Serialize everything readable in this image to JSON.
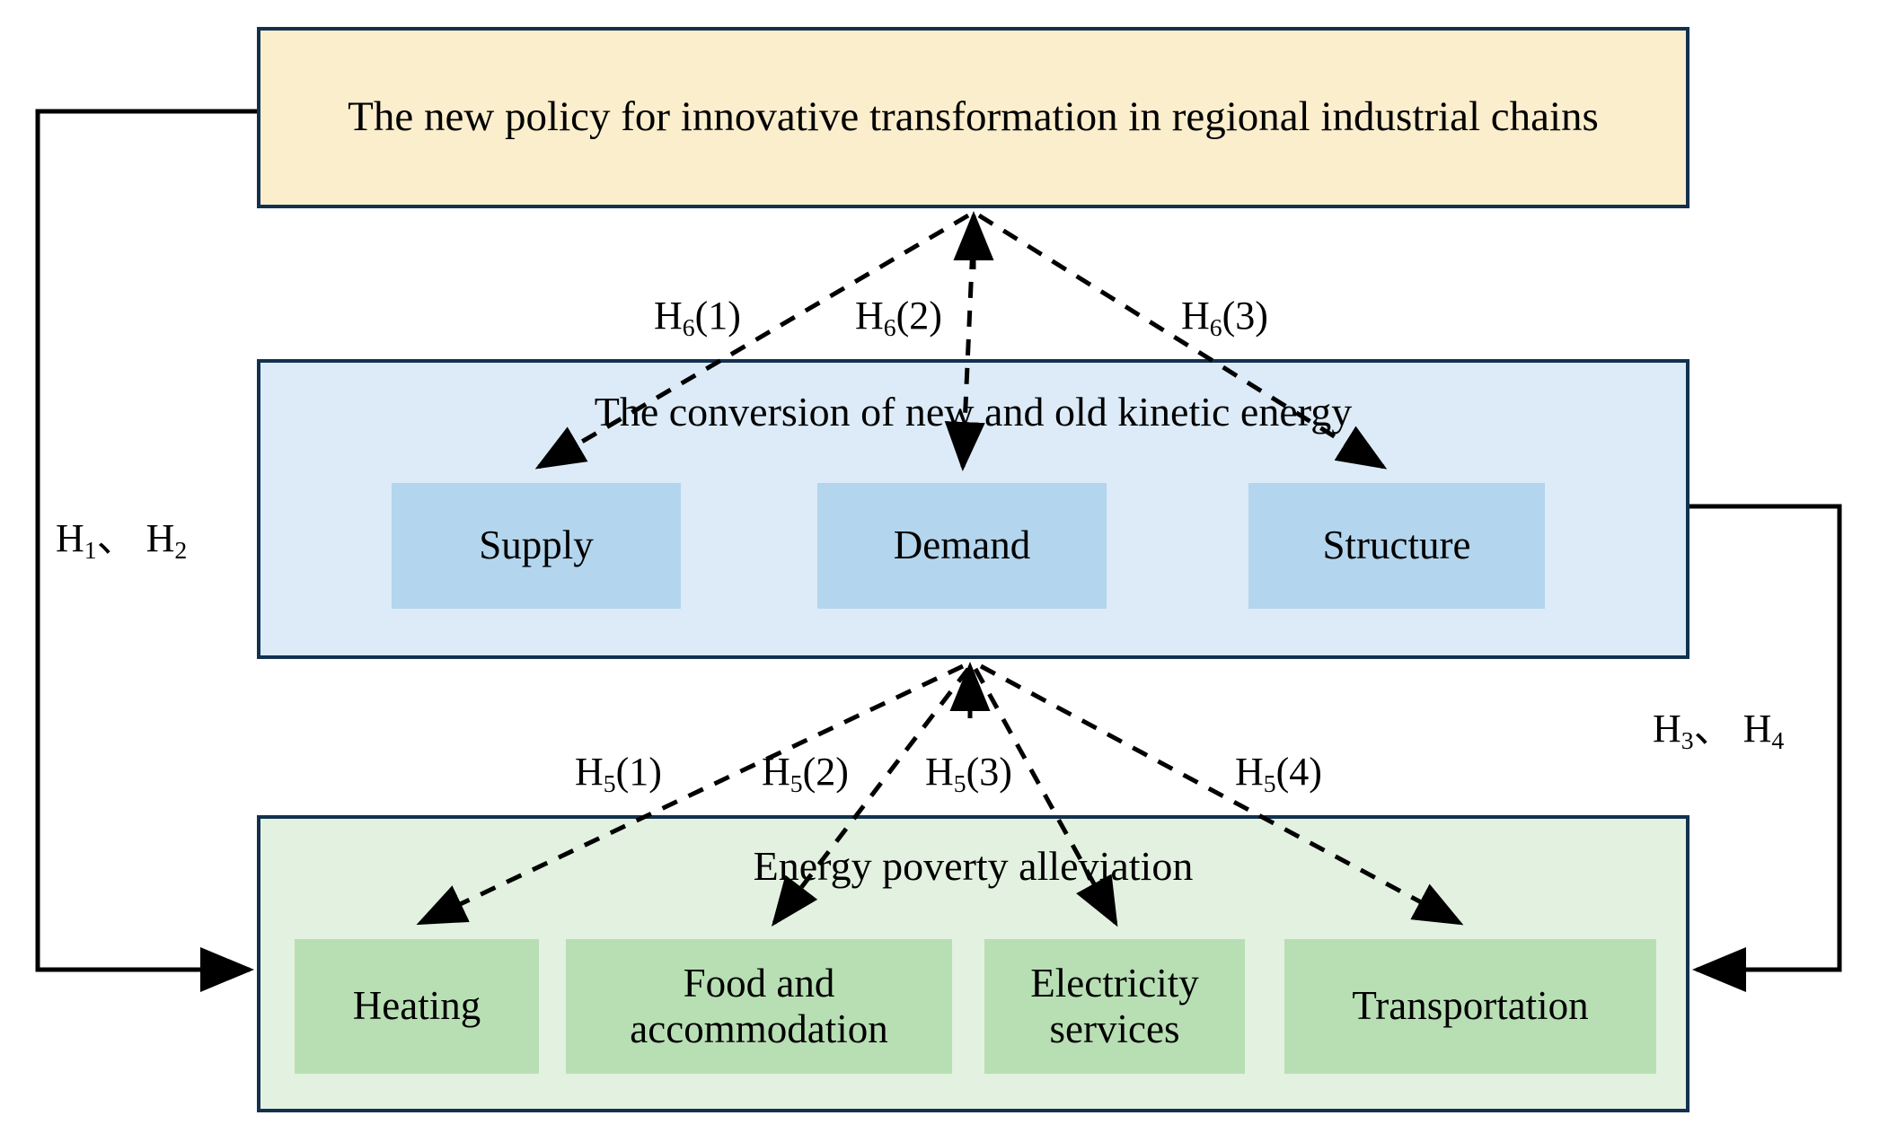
{
  "diagram": {
    "type": "conceptual-framework-flow",
    "title_present": false,
    "colors": {
      "policy_fill": "#fbeecd",
      "kinetic_fill": "#dcebf7",
      "kinetic_box_fill": "#b3d5ed",
      "poverty_fill": "#e3f1e0",
      "poverty_box_fill": "#b8dfb4",
      "border": "#13314f",
      "connector": "#000000"
    }
  },
  "policy": {
    "title": "The new policy for innovative transformation in regional industrial chains"
  },
  "kinetic": {
    "title": "The conversion of new and old kinetic energy",
    "boxes": [
      {
        "label": "Supply"
      },
      {
        "label": "Demand"
      },
      {
        "label": "Structure"
      }
    ]
  },
  "poverty": {
    "title": "Energy poverty alleviation",
    "boxes": [
      {
        "label": "Heating"
      },
      {
        "label": "Food and accommodation"
      },
      {
        "label": "Electricity services"
      },
      {
        "label": "Transportation"
      }
    ]
  },
  "hypotheses": {
    "h6": [
      {
        "base": "H",
        "sub": "6",
        "suffix": "(1)"
      },
      {
        "base": "H",
        "sub": "6",
        "suffix": "(2)"
      },
      {
        "base": "H",
        "sub": "6",
        "suffix": "(3)"
      }
    ],
    "h5": [
      {
        "base": "H",
        "sub": "5",
        "suffix": "(1)"
      },
      {
        "base": "H",
        "sub": "5",
        "suffix": "(2)"
      },
      {
        "base": "H",
        "sub": "5",
        "suffix": "(3)"
      },
      {
        "base": "H",
        "sub": "5",
        "suffix": "(4)"
      }
    ],
    "left_pair": {
      "first_base": "H",
      "first_sub": "1",
      "separator": "、",
      "second_base": "H",
      "second_sub": "2"
    },
    "right_pair": {
      "first_base": "H",
      "first_sub": "3",
      "separator": "、",
      "second_base": "H",
      "second_sub": "4"
    }
  }
}
